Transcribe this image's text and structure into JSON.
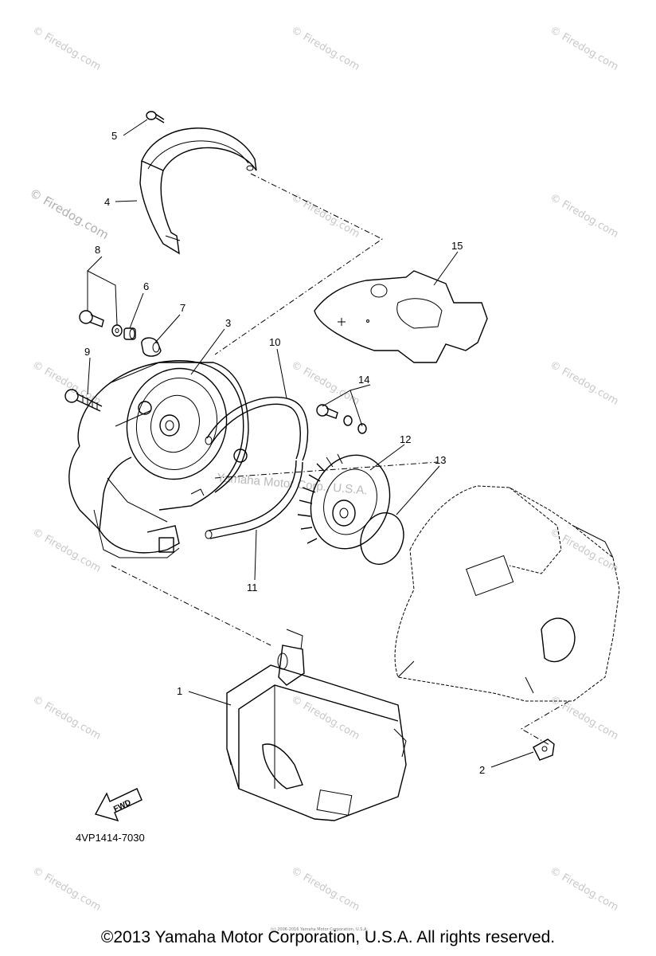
{
  "watermarks": {
    "site_text": "© Firedog.com",
    "center_text": "Yamaha Motor Corp., U.S.A."
  },
  "parts": [
    {
      "id": "part-1",
      "label": "1"
    },
    {
      "id": "part-2",
      "label": "2"
    },
    {
      "id": "part-3",
      "label": "3"
    },
    {
      "id": "part-4",
      "label": "4"
    },
    {
      "id": "part-5",
      "label": "5"
    },
    {
      "id": "part-6",
      "label": "6"
    },
    {
      "id": "part-7",
      "label": "7"
    },
    {
      "id": "part-8",
      "label": "8"
    },
    {
      "id": "part-9",
      "label": "9"
    },
    {
      "id": "part-10",
      "label": "10"
    },
    {
      "id": "part-11",
      "label": "11"
    },
    {
      "id": "part-12",
      "label": "12"
    },
    {
      "id": "part-13",
      "label": "13"
    },
    {
      "id": "part-14",
      "label": "14"
    },
    {
      "id": "part-15",
      "label": "15"
    }
  ],
  "fwd_label": "FWD",
  "diagram_code": "4VP1414-7030",
  "fine_print": "(c) 2006-2016 Yamaha Motor Corporation, U.S.A.",
  "copyright": "©2013 Yamaha Motor Corporation, U.S.A. All rights reserved."
}
